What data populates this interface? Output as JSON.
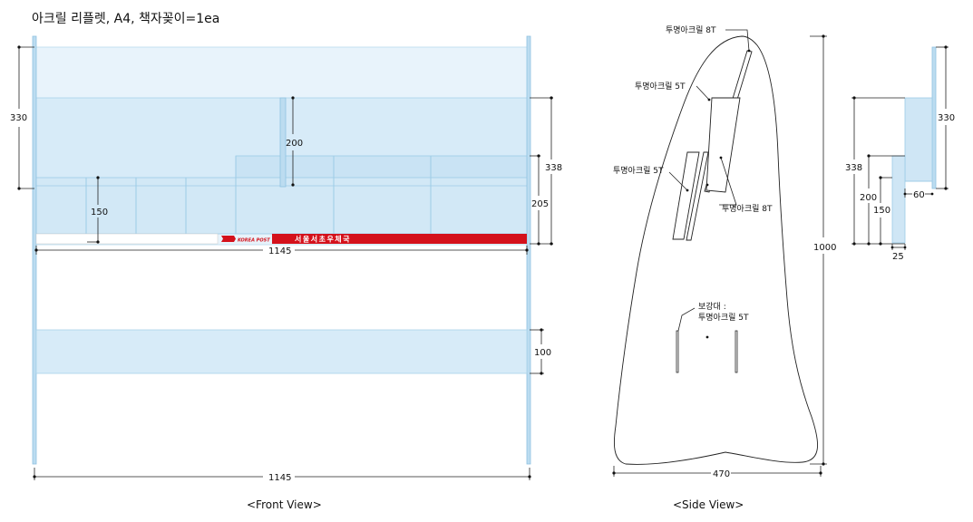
{
  "title": "아크릴 리플렛, A4, 책자꽂이=1ea",
  "front_view": {
    "caption": "<Front View>",
    "dims": {
      "d330": "330",
      "d200": "200",
      "d150": "150",
      "d338": "338",
      "d205": "205",
      "d1145_top": "1145",
      "d100": "100",
      "d1145_bottom": "1145"
    },
    "banner": {
      "logo": "KOREA POST",
      "text": "서울서초우체국",
      "color": "#d4111b"
    }
  },
  "side_view": {
    "caption": "<Side View>",
    "labels": {
      "l8t_top": "투명아크릴 8T",
      "l5t_mid": "투명아크릴 5T",
      "l5t_left": "투명아크릴 5T",
      "l8t_right": "투명아크릴 8T",
      "brace1": "보강대 :",
      "brace2": "투명아크릴 5T"
    },
    "dims": {
      "d1000": "1000",
      "d470": "470"
    }
  },
  "detail_view": {
    "dims": {
      "d330": "330",
      "d338": "338",
      "d200": "200",
      "d150": "150",
      "d60": "60",
      "d25": "25"
    }
  },
  "colors": {
    "acrylic_fill": "#cfe6f5",
    "acrylic_stroke": "#9ccbe6",
    "post_red": "#d4111b"
  }
}
